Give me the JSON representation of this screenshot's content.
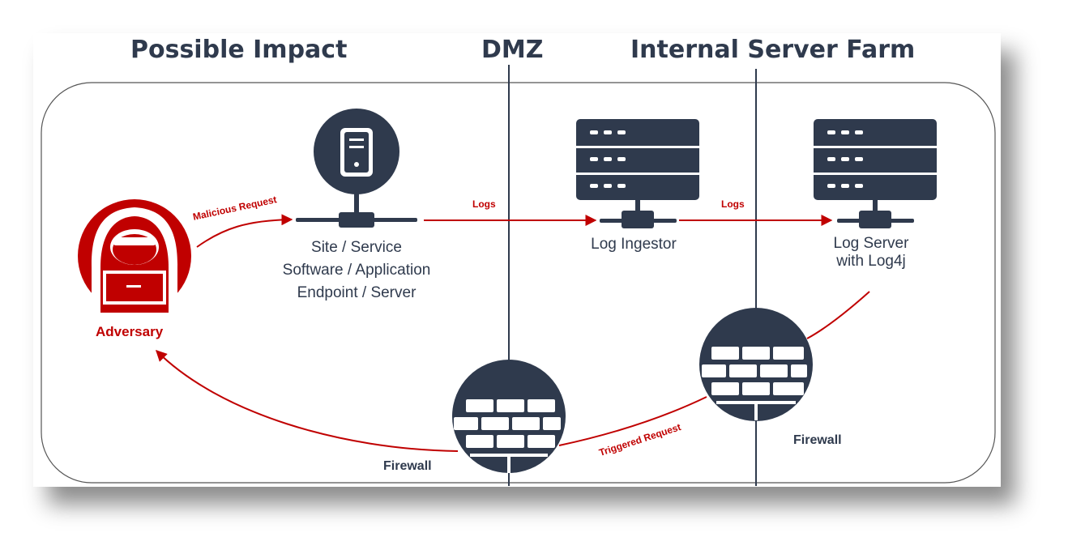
{
  "zones": {
    "possible_impact": "Possible Impact",
    "dmz": "DMZ",
    "internal_server_farm": "Internal Server Farm"
  },
  "nodes": {
    "adversary": "Adversary",
    "site": [
      "Site / Service",
      "Software / Application",
      "Endpoint / Server"
    ],
    "log_ingestor": "Log Ingestor",
    "log_server": [
      "Log Server",
      "with Log4j"
    ],
    "firewall_dmz": "Firewall",
    "firewall_internal": "Firewall"
  },
  "edges": {
    "malicious_request": "Malicious Request",
    "logs_1": "Logs",
    "logs_2": "Logs",
    "triggered_request": "Triggered Request"
  },
  "colors": {
    "accent": "#c00000",
    "icon": "#2f3a4d"
  },
  "icons": [
    "hooded-hacker-icon",
    "server-tower-icon",
    "server-rack-icon",
    "firewall-brick-icon"
  ]
}
